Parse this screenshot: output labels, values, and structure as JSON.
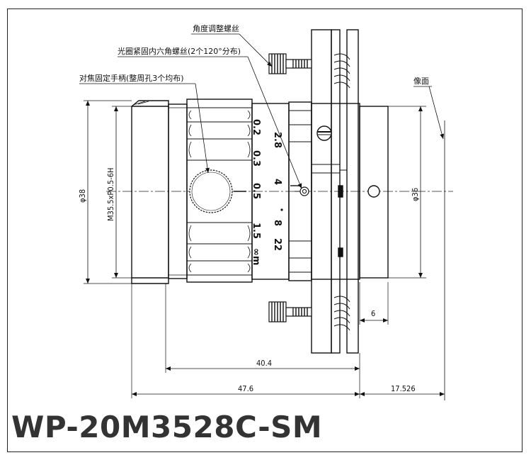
{
  "model_number": "WP-20M3528C-SM",
  "callouts": {
    "angle_screw": "角度调整螺丝",
    "iris_screw": "光圈紧固内六角螺丝(2个120°分布)",
    "focus_handle": "对焦固定手柄(整周孔3个均布)",
    "image_plane": "像面"
  },
  "dimensions": {
    "dia_38": "φ38",
    "thread": "M35.5xP0.5-6H",
    "dia_36": "φ36",
    "len_40_4": "40.4",
    "len_47_6": "47.6",
    "back_focal": "17.526",
    "offset_6": "6"
  },
  "focus_scale": {
    "values": [
      "0.2",
      "0.3",
      "0.5",
      "1.5",
      "∞m"
    ]
  },
  "iris_scale": {
    "values": [
      "2.8",
      "4",
      "8",
      "22"
    ]
  }
}
